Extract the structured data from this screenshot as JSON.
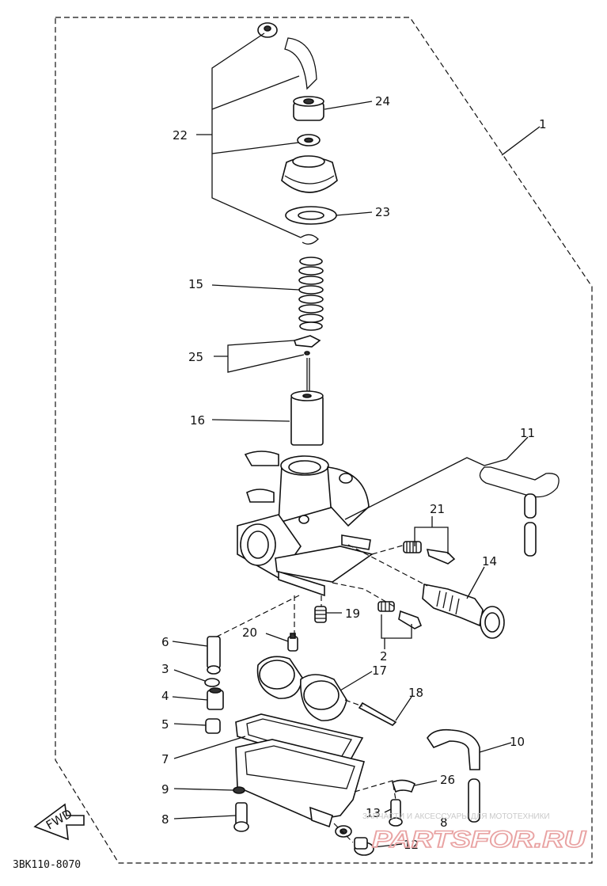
{
  "diagram": {
    "labels": {
      "l1": "1",
      "l2": "2",
      "l3": "3",
      "l4": "4",
      "l5": "5",
      "l6": "6",
      "l7": "7",
      "l8": "8",
      "l9": "9",
      "l10": "10",
      "l11": "11",
      "l12": "12",
      "l13": "13",
      "l14": "14",
      "l15": "15",
      "l16": "16",
      "l17": "17",
      "l18": "18",
      "l19": "19",
      "l20": "20",
      "l21": "21",
      "l22": "22",
      "l23": "23",
      "l24": "24",
      "l25": "25",
      "l26": "26",
      "l8b": "8"
    },
    "fwd_label": "FWD",
    "code": "3BK110-8070"
  },
  "watermark": {
    "caption": "ЗАПЧАСТИ И АКСЕССУАРЫ ДЛЯ МОТОТЕХНИКИ",
    "brand": "PARTSFOR.RU"
  },
  "colors": {
    "ink": "#111111",
    "watermark": "#e9a3a3",
    "background": "#ffffff"
  }
}
